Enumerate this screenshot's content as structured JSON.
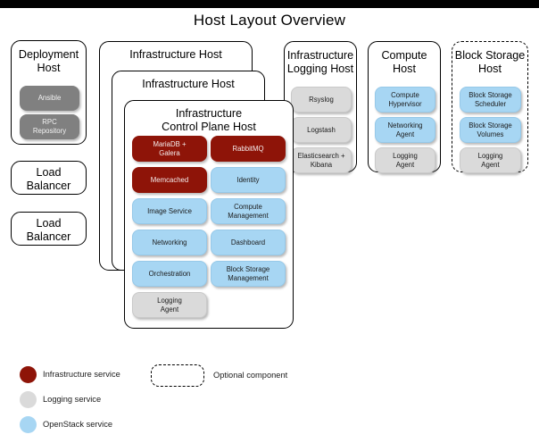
{
  "page": {
    "title": "Host Layout Overview"
  },
  "palette": {
    "infrastructure": "#8e1408",
    "openstack": "#a7d6f3",
    "logging": "#dadada",
    "tool": "#808080",
    "outline": "#000000",
    "background": "#ffffff"
  },
  "hosts": {
    "deployment": {
      "title": "Deployment\nHost",
      "services": [
        {
          "label": "Ansible",
          "kind": "tool"
        },
        {
          "label": "RPC\nRepository",
          "kind": "tool"
        }
      ]
    },
    "load_balancer_1": {
      "title": "Load\nBalancer",
      "services": []
    },
    "load_balancer_2": {
      "title": "Load\nBalancer",
      "services": []
    },
    "infrastructure_host_back": {
      "title": "Infrastructure Host",
      "services": []
    },
    "infrastructure_host_mid": {
      "title": "Infrastructure Host",
      "services": []
    },
    "infrastructure_control_plane": {
      "title": "Infrastructure\nControl Plane Host",
      "services": [
        {
          "label": "MariaDB +\nGalera",
          "kind": "infrastructure"
        },
        {
          "label": "RabbitMQ",
          "kind": "infrastructure"
        },
        {
          "label": "Memcached",
          "kind": "infrastructure"
        },
        {
          "label": "Identity",
          "kind": "openstack"
        },
        {
          "label": "Image Service",
          "kind": "openstack"
        },
        {
          "label": "Compute\nManagement",
          "kind": "openstack"
        },
        {
          "label": "Networking",
          "kind": "openstack"
        },
        {
          "label": "Dashboard",
          "kind": "openstack"
        },
        {
          "label": "Orchestration",
          "kind": "openstack"
        },
        {
          "label": "Block Storage\nManagement",
          "kind": "openstack"
        },
        {
          "label": "Logging\nAgent",
          "kind": "logging"
        }
      ]
    },
    "infrastructure_logging": {
      "title": "Infrastructure\nLogging Host",
      "services": [
        {
          "label": "Rsyslog",
          "kind": "logging"
        },
        {
          "label": "Logstash",
          "kind": "logging"
        },
        {
          "label": "Elasticsearch +\nKibana",
          "kind": "logging"
        }
      ]
    },
    "compute": {
      "title": "Compute\nHost",
      "services": [
        {
          "label": "Compute\nHypervisor",
          "kind": "openstack"
        },
        {
          "label": "Networking\nAgent",
          "kind": "openstack"
        },
        {
          "label": "Logging\nAgent",
          "kind": "logging"
        }
      ]
    },
    "block_storage": {
      "title": "Block Storage\nHost",
      "optional": true,
      "services": [
        {
          "label": "Block Storage\nScheduler",
          "kind": "openstack"
        },
        {
          "label": "Block Storage\nVolumes",
          "kind": "openstack"
        },
        {
          "label": "Logging\nAgent",
          "kind": "logging"
        }
      ]
    }
  },
  "legend": {
    "items": [
      {
        "label": "Infrastructure service",
        "kind": "infrastructure"
      },
      {
        "label": "Logging service",
        "kind": "logging"
      },
      {
        "label": "OpenStack service",
        "kind": "openstack"
      }
    ],
    "optional": {
      "label": "Optional component"
    }
  }
}
